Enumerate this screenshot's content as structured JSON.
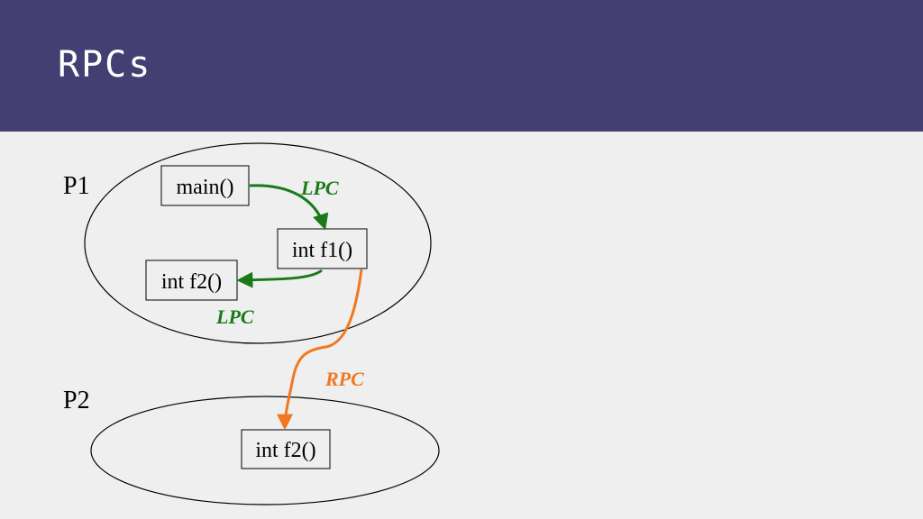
{
  "slide": {
    "title": "RPCs"
  },
  "diagram": {
    "processes": [
      {
        "label": "P1"
      },
      {
        "label": "P2"
      }
    ],
    "functions": {
      "p1_main": "main()",
      "p1_f1": "int f1()",
      "p1_f2": "int f2()",
      "p2_f2": "int f2()"
    },
    "calls": [
      {
        "label": "LPC",
        "from": "main()",
        "to": "int f1()",
        "color": "#1a7a1a"
      },
      {
        "label": "LPC",
        "from": "int f1()",
        "to": "int f2()",
        "color": "#1a7a1a"
      },
      {
        "label": "RPC",
        "from": "int f1()",
        "to": "int f2()",
        "color": "#f07820"
      }
    ],
    "colors": {
      "header_background": "#443f73",
      "slide_background": "#efefef",
      "lpc": "#1a7a1a",
      "rpc": "#f07820"
    }
  }
}
